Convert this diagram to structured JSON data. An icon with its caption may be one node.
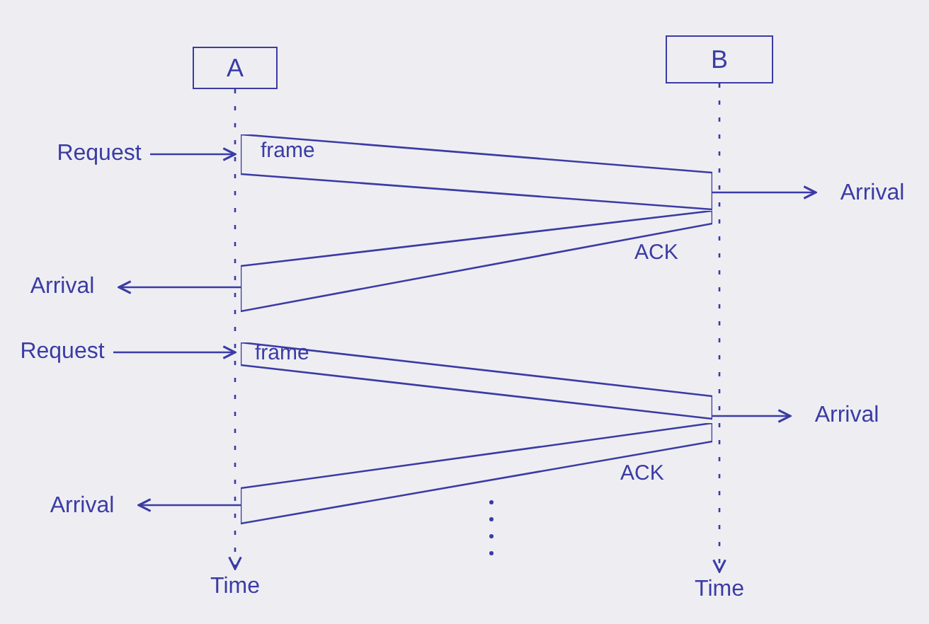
{
  "diagram": {
    "nodes": [
      {
        "text": [
          "A"
        ]
      },
      {
        "text": [
          "B"
        ]
      },
      {
        "text": [
          "Request"
        ]
      },
      {
        "text": [
          "frame"
        ]
      },
      {
        "text": [
          "Arrival"
        ]
      },
      {
        "text": [
          "ACK"
        ]
      },
      {
        "text": [
          "Arrival"
        ]
      },
      {
        "text": [
          "Request"
        ]
      },
      {
        "text": [
          "frame"
        ]
      },
      {
        "text": [
          "Arrival"
        ]
      },
      {
        "text": [
          "ACK"
        ]
      },
      {
        "text": [
          "Arrival"
        ]
      },
      {
        "text": [
          "Time"
        ]
      },
      {
        "text": [
          "Time"
        ]
      }
    ],
    "edges": [
      {
        "from": 0,
        "to": 12,
        "arrow": "to",
        "style": "dashed"
      },
      {
        "from": 1,
        "to": 13,
        "arrow": "to",
        "style": "dashed"
      },
      {
        "from": 2,
        "to": 3,
        "arrow": "to"
      },
      {
        "from": 3,
        "to": 4,
        "arrow": "to"
      },
      {
        "from": 5,
        "to": 6,
        "arrow": "to"
      },
      {
        "from": 7,
        "to": 8,
        "arrow": "to"
      },
      {
        "from": 8,
        "to": 9,
        "arrow": "to"
      },
      {
        "from": 10,
        "to": 11,
        "arrow": "to"
      }
    ]
  }
}
